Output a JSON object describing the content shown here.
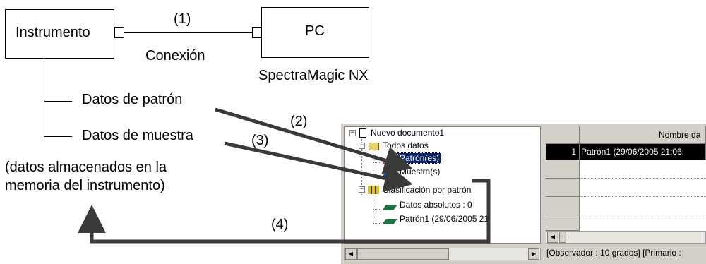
{
  "diagram": {
    "instrument_label": "Instrumento",
    "pc_label": "PC",
    "connection_number": "(1)",
    "connection_label": "Conexión",
    "software_label": "SpectraMagic NX",
    "standard_data_label": "Datos de patrón",
    "sample_data_label": "Datos de muestra",
    "memory_note_line1": "(datos almacenados en la",
    "memory_note_line2": "memoria del instrumento)",
    "arrow2_label": "(2)",
    "arrow3_label": "(3)",
    "arrow4_label": "(4)"
  },
  "screenshot": {
    "tree": {
      "root": "Nuevo documento1",
      "all_data": "Todos datos",
      "standards": "Patrón(es)",
      "samples": "Muestra(s)",
      "classification": "Clasificación por patrón",
      "absolute_data": "Datos absolutos : 0",
      "standard1": "Patrón1 (29/06/2005 21:"
    },
    "grid": {
      "column_header": "Nombre da",
      "row1_number": "1",
      "row1_value": "Patrón1 (29/06/2005 21:06:"
    },
    "status_text": "[Observador : 10 grados]  [Primario :"
  },
  "colors": {
    "arrow": "#3a3a3a",
    "selection": "#0a246a",
    "window_gray": "#d4d0c8"
  }
}
